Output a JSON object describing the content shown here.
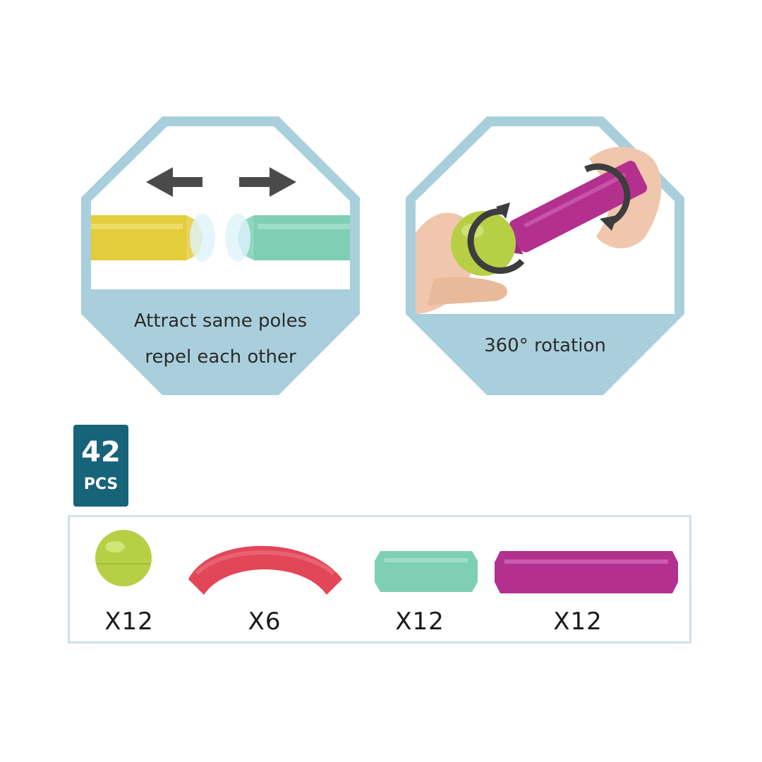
{
  "panels": [
    {
      "caption_line1": "Attract same poles",
      "caption_line2": "repel each other"
    },
    {
      "caption_line1": "360° rotation"
    }
  ],
  "badge": {
    "number": "42",
    "unit": "PCS"
  },
  "pieces": [
    {
      "quantity": "X12"
    },
    {
      "quantity": "X6"
    },
    {
      "quantity": "X12"
    },
    {
      "quantity": "X12"
    }
  ],
  "colors": {
    "frame": "#a9cfdc",
    "badge": "#17637a",
    "ball": "#b7cf45",
    "curve": "#e24657",
    "short_rod": "#7fcfb5",
    "long_rod": "#b3308e",
    "yellow_rod": "#e2cd3a"
  }
}
